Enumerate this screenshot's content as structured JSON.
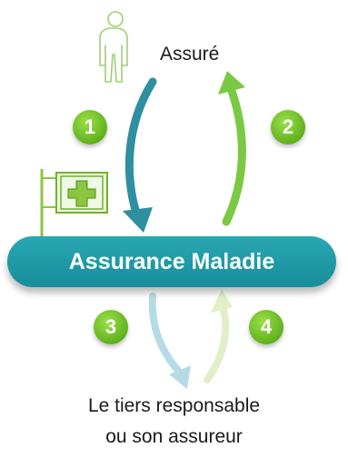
{
  "top_actor": {
    "label": "Assuré",
    "icon": "person-outline-icon"
  },
  "center": {
    "label": "Assurance Maladie",
    "icon": "pharmacy-cross-sign-icon"
  },
  "bottom_actor": {
    "line1": "Le tiers responsable",
    "line2": "ou son assureur"
  },
  "steps": [
    {
      "number": "1",
      "direction": "down",
      "color": "#2e8fa0"
    },
    {
      "number": "2",
      "direction": "up",
      "color": "#7ac943"
    },
    {
      "number": "3",
      "direction": "down",
      "color": "#b7dbe6"
    },
    {
      "number": "4",
      "direction": "up",
      "color": "#e1efc9"
    }
  ],
  "colors": {
    "accent": "#1d96a4",
    "badge": "#6fc02a"
  }
}
